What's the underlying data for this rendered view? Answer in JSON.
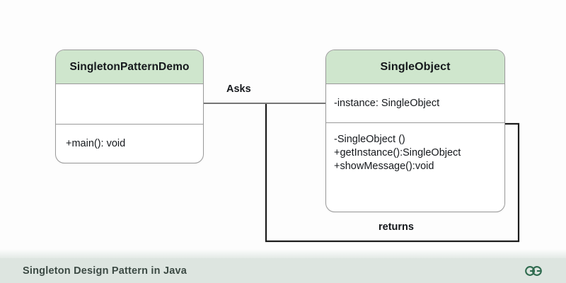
{
  "diagram": {
    "type": "uml-class-diagram",
    "background_color": "#fdfdfd",
    "header_fill": "#cfe6cd",
    "border_color": "#9a9a9a",
    "classes": [
      {
        "id": "singleton-pattern-demo",
        "name": "SingletonPatternDemo",
        "attributes": [],
        "operations": [
          "+main(): void"
        ]
      },
      {
        "id": "single-object",
        "name": "SingleObject",
        "attributes": [
          "-instance: SingleObject"
        ],
        "operations": [
          "-SingleObject ()",
          "+getInstance():SingleObject",
          "+showMessage():void"
        ]
      }
    ],
    "edges": [
      {
        "id": "asks",
        "label": "Asks",
        "from": "singleton-pattern-demo",
        "to": "single-object"
      },
      {
        "id": "returns",
        "label": "returns",
        "from": "single-object",
        "to": "singleton-pattern-demo"
      }
    ]
  },
  "footer": {
    "caption": "Singleton Design Pattern in Java",
    "background_color": "#dde5e0",
    "logo": "geeksforgeeks-logo",
    "logo_color": "#2f6b4f"
  }
}
